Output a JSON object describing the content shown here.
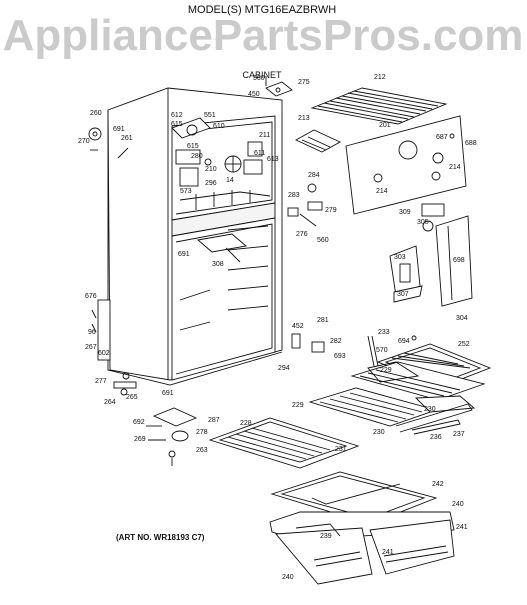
{
  "header": {
    "model_line": "MODEL(S) MTG16EAZBRWH",
    "watermark": "AppliancePartsPros.com",
    "section": "CABINET",
    "art_no": "(ART NO. WR18193 C7)"
  },
  "colors": {
    "ink": "#111111",
    "watermark": "#c9c9c9",
    "background": "#ffffff"
  },
  "callouts": [
    "560",
    "275",
    "450",
    "212",
    "260",
    "612",
    "551",
    "270",
    "691",
    "615",
    "610",
    "211",
    "213",
    "201",
    "687",
    "688",
    "261",
    "615",
    "611",
    "280",
    "613",
    "210",
    "14",
    "214",
    "214",
    "573",
    "296",
    "284",
    "279",
    "283",
    "309",
    "305",
    "276",
    "560",
    "303",
    "698",
    "691",
    "308",
    "307",
    "304",
    "676",
    "96",
    "281",
    "452",
    "282",
    "233",
    "570",
    "694",
    "252",
    "267",
    "602",
    "277",
    "264",
    "265",
    "294",
    "693",
    "229",
    "691",
    "229",
    "230",
    "230",
    "287",
    "692",
    "228",
    "278",
    "231",
    "236",
    "237",
    "269",
    "263",
    "242",
    "240",
    "241",
    "239",
    "241",
    "240"
  ]
}
